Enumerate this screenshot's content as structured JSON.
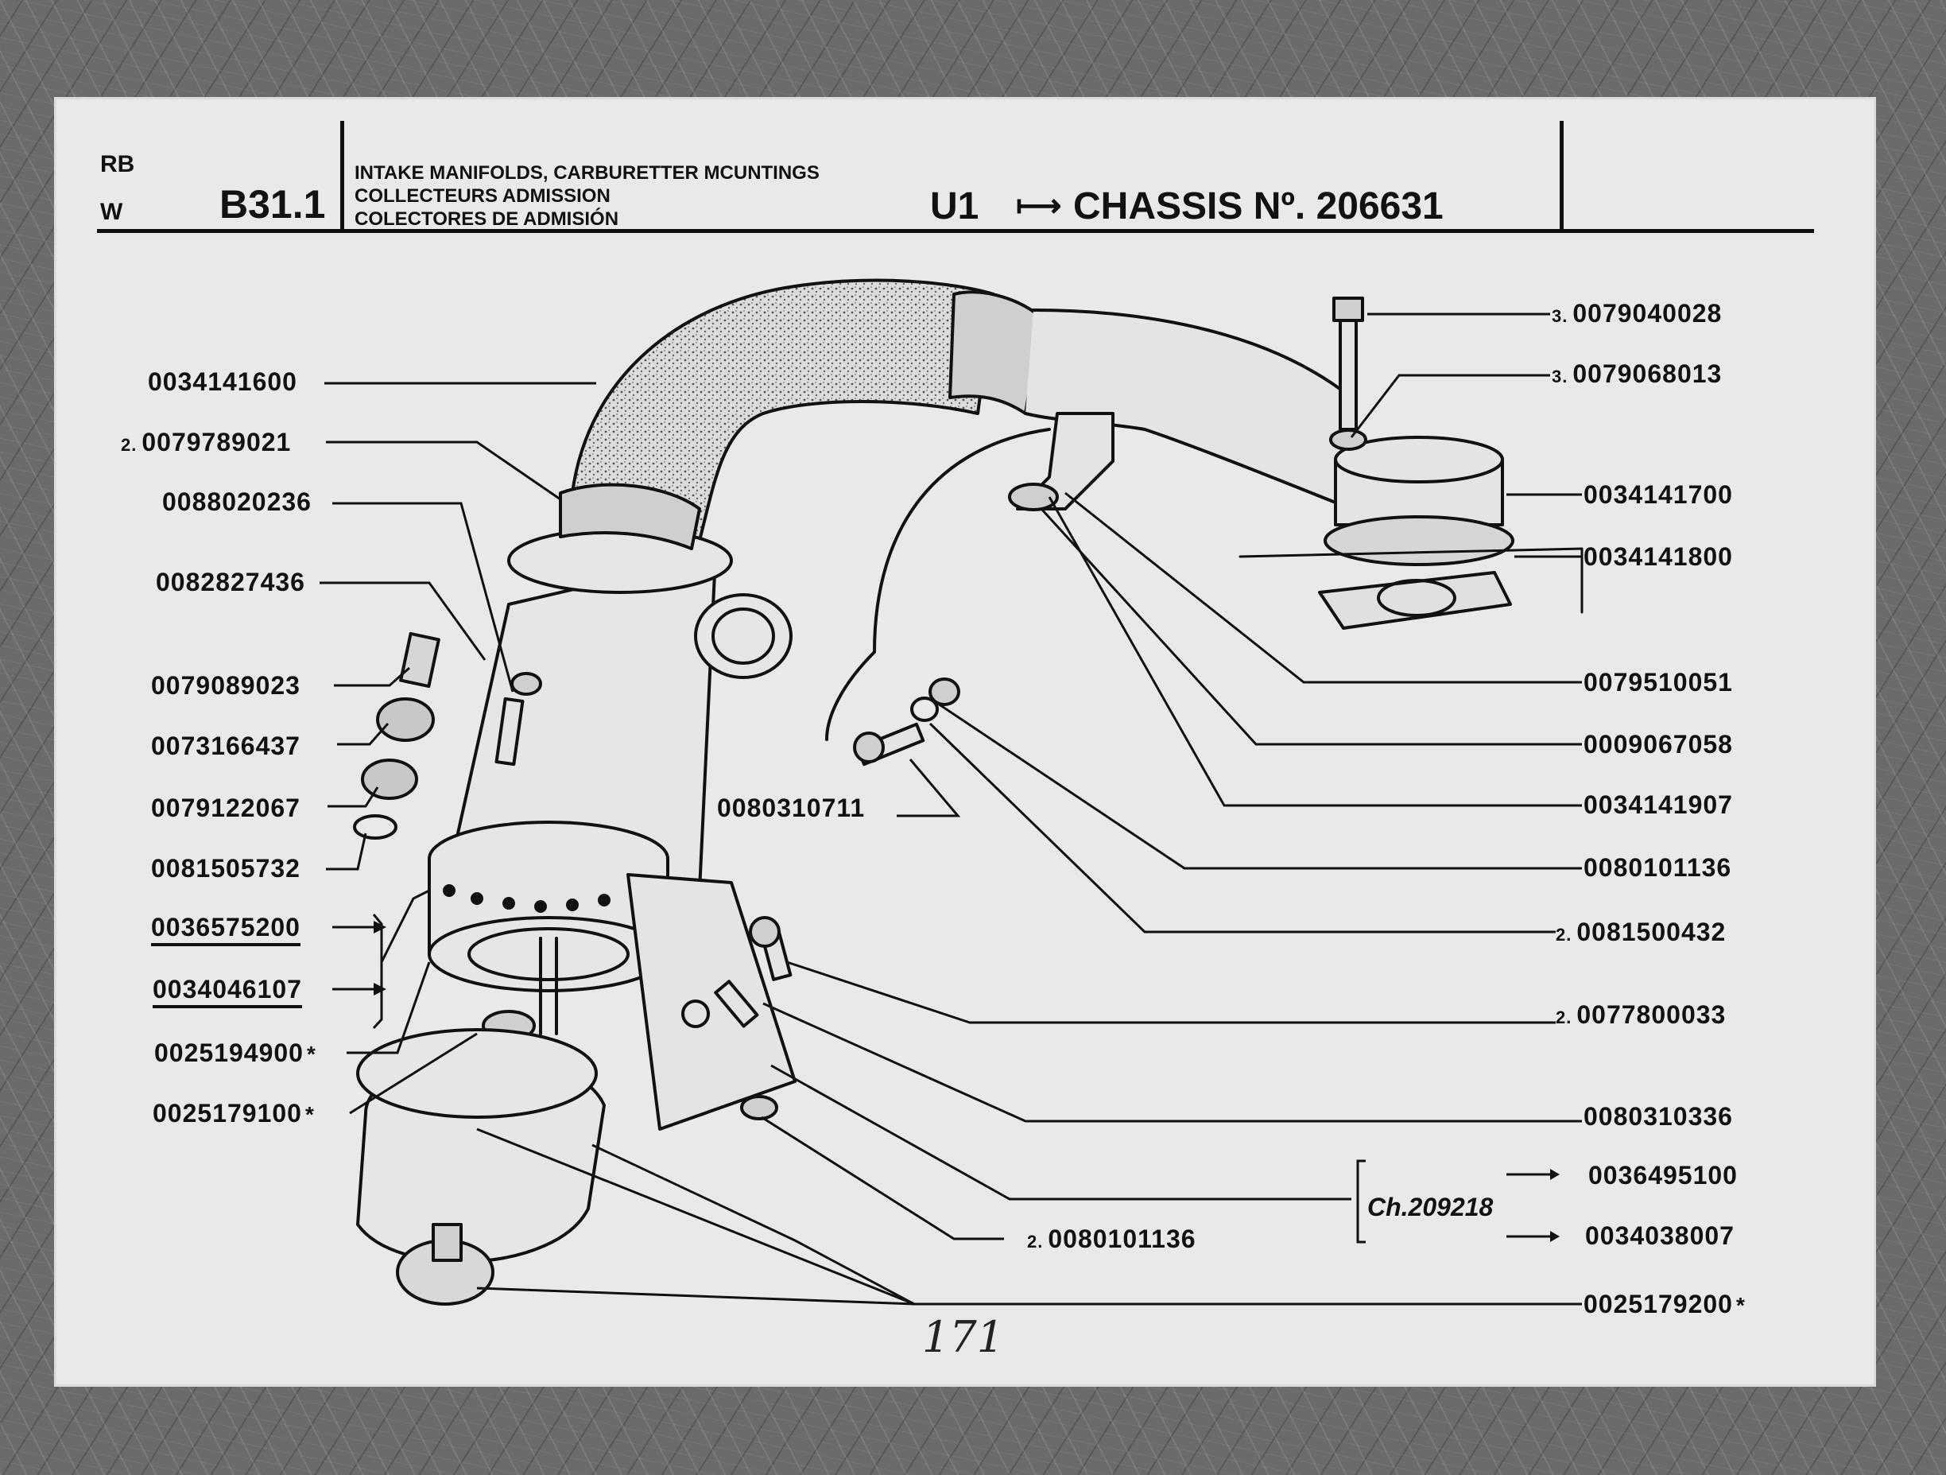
{
  "header": {
    "code_top": "RB",
    "code_bottom": "W",
    "group": "B31.1",
    "title_en": "INTAKE MANIFOLDS, CARBURETTER MCUNTINGS",
    "title_fr": "COLLECTEURS ADMISSION",
    "title_es": "COLECTORES DE ADMISIÓN",
    "model": "U1",
    "chassis": "CHASSIS Nº. 206631"
  },
  "parts_left": [
    {
      "qty": "",
      "number": "0034141600"
    },
    {
      "qty": "2.",
      "number": "0079789021"
    },
    {
      "qty": "",
      "number": "0088020236"
    },
    {
      "qty": "",
      "number": "0082827436"
    },
    {
      "qty": "",
      "number": "0079089023"
    },
    {
      "qty": "",
      "number": "0073166437"
    },
    {
      "qty": "",
      "number": "0079122067"
    },
    {
      "qty": "",
      "number": "0081505732"
    },
    {
      "qty": "",
      "number": "0036575200"
    },
    {
      "qty": "",
      "number": "0034046107"
    },
    {
      "qty": "",
      "number": "0025194900",
      "star": "*"
    },
    {
      "qty": "",
      "number": "0025179100",
      "star": "*"
    }
  ],
  "parts_center": [
    {
      "qty": "",
      "number": "0080310711"
    },
    {
      "qty": "2.",
      "number": "0080101136"
    }
  ],
  "parts_right": [
    {
      "qty": "3.",
      "number": "0079040028"
    },
    {
      "qty": "3.",
      "number": "0079068013"
    },
    {
      "qty": "",
      "number": "0034141700"
    },
    {
      "qty": "",
      "number": "0034141800"
    },
    {
      "qty": "",
      "number": "0079510051"
    },
    {
      "qty": "",
      "number": "0009067058"
    },
    {
      "qty": "",
      "number": "0034141907"
    },
    {
      "qty": "",
      "number": "0080101136"
    },
    {
      "qty": "2.",
      "number": "0081500432"
    },
    {
      "qty": "2.",
      "number": "0077800033"
    },
    {
      "qty": "",
      "number": "0080310336"
    },
    {
      "qty": "",
      "number": "0036495100"
    },
    {
      "qty": "",
      "number": "0034038007"
    },
    {
      "qty": "",
      "number": "0025179200",
      "star": "*"
    }
  ],
  "chassis_note": "Ch.209218",
  "page_number": "171"
}
